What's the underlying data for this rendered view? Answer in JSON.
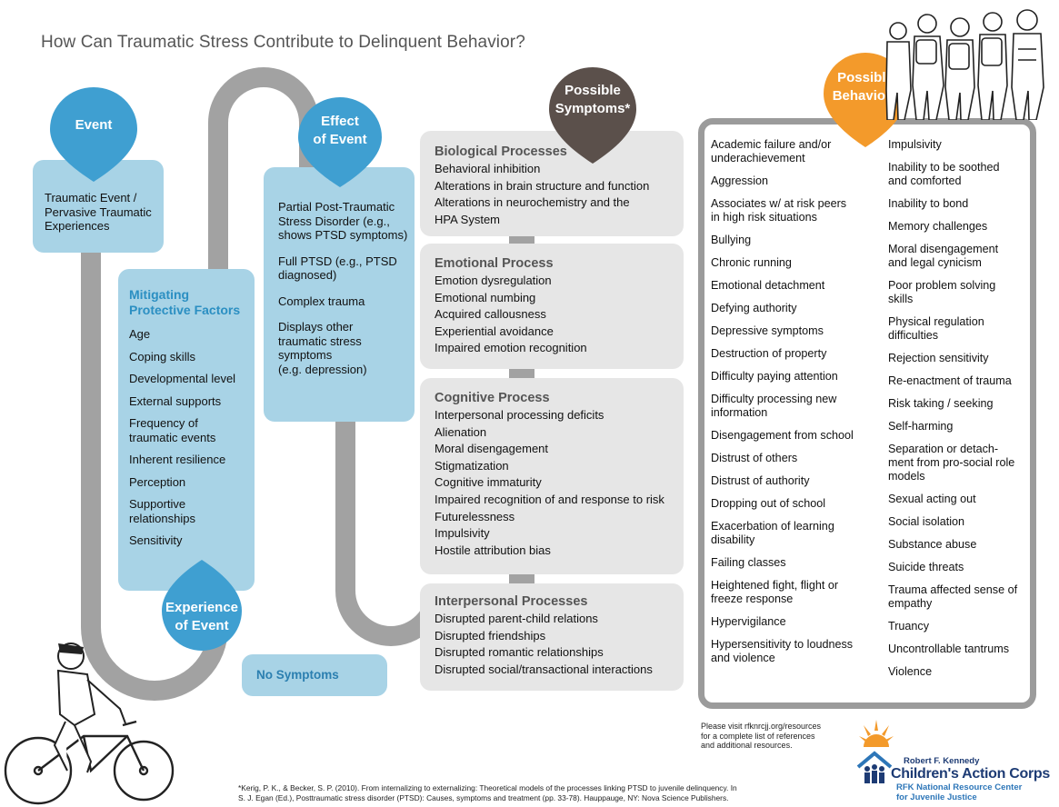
{
  "title": "How Can Traumatic Stress Contribute to Delinquent Behavior?",
  "colors": {
    "blue_drop": "#3f9fd1",
    "light_blue_box": "#a8d3e6",
    "gray_path": "#a2a2a2",
    "gray_box": "#e6e6e6",
    "brown_drop": "#5b504b",
    "orange_drop": "#f39a2b",
    "mitigating_heading": "#2b8fc2"
  },
  "drops": {
    "event": "Event",
    "effect": [
      "Effect",
      "of Event"
    ],
    "experience": [
      "Experience",
      "of Event"
    ],
    "symptoms": [
      "Possible",
      "Symptoms*"
    ],
    "behaviors": [
      "Possible",
      "Behaviors"
    ]
  },
  "event_box": {
    "lines": [
      "Traumatic Event /",
      "Pervasive Traumatic",
      "Experiences"
    ]
  },
  "mitigating": {
    "heading": [
      "Mitigating",
      "Protective Factors"
    ],
    "items": [
      [
        "Age"
      ],
      [
        "Coping skills"
      ],
      [
        "Developmental level"
      ],
      [
        "External supports"
      ],
      [
        "Frequency of",
        "traumatic events"
      ],
      [
        "Inherent resilience"
      ],
      [
        "Perception"
      ],
      [
        "Supportive",
        "relationships"
      ],
      [
        "Sensitivity"
      ]
    ]
  },
  "effect_box": {
    "items": [
      [
        "Partial Post-Traumatic",
        "Stress Disorder (e.g.,",
        "shows PTSD symptoms)"
      ],
      [
        "Full PTSD (e.g., PTSD",
        "diagnosed)"
      ],
      [
        "Complex trauma"
      ],
      [
        "Displays other",
        "traumatic stress",
        "symptoms",
        "(e.g. depression)"
      ]
    ]
  },
  "no_symptoms": "No Symptoms",
  "processes": [
    {
      "heading": "Biological Processes",
      "items": [
        "Behavioral inhibition",
        "Alterations in brain structure and function",
        "Alterations in neurochemistry and the",
        "HPA System"
      ]
    },
    {
      "heading": "Emotional Process",
      "items": [
        "Emotion dysregulation",
        "Emotional numbing",
        "Acquired callousness",
        "Experiential avoidance",
        "Impaired emotion recognition"
      ]
    },
    {
      "heading": "Cognitive Process",
      "items": [
        "Interpersonal processing deficits",
        "Alienation",
        "Moral disengagement",
        "Stigmatization",
        "Cognitive immaturity",
        "Impaired recognition of and response to risk",
        "Futurelessness",
        "Impulsivity",
        "Hostile attribution bias"
      ]
    },
    {
      "heading": "Interpersonal Processes",
      "items": [
        "Disrupted parent-child relations",
        "Disrupted friendships",
        "Disrupted romantic relationships",
        "Disrupted social/transactional interactions"
      ]
    }
  ],
  "behaviors": {
    "col1": [
      [
        "Academic failure and/or",
        "underachievement"
      ],
      [
        "Aggression"
      ],
      [
        "Associates w/ at risk peers",
        "in high risk situations"
      ],
      [
        "Bullying"
      ],
      [
        "Chronic running"
      ],
      [
        "Emotional detachment"
      ],
      [
        "Defying authority"
      ],
      [
        "Depressive symptoms"
      ],
      [
        "Destruction of property"
      ],
      [
        "Difficulty paying attention"
      ],
      [
        "Difficulty processing new",
        "information"
      ],
      [
        "Disengagement from school"
      ],
      [
        "Distrust of others"
      ],
      [
        "Distrust of authority"
      ],
      [
        "Dropping out of school"
      ],
      [
        "Exacerbation of learning",
        "disability"
      ],
      [
        "Failing classes"
      ],
      [
        "Heightened fight, flight or",
        "freeze response"
      ],
      [
        "Hypervigilance"
      ],
      [
        "Hypersensitivity to loudness",
        "and violence"
      ]
    ],
    "col2": [
      [
        "Impulsivity"
      ],
      [
        "Inability to be soothed",
        "and comforted"
      ],
      [
        "Inability to bond"
      ],
      [
        "Memory challenges"
      ],
      [
        "Moral disengagement",
        "and legal cynicism"
      ],
      [
        "Poor problem solving",
        "skills"
      ],
      [
        "Physical regulation",
        "difficulties"
      ],
      [
        "Rejection sensitivity"
      ],
      [
        "Re-enactment of trauma"
      ],
      [
        "Risk taking / seeking"
      ],
      [
        "Self-harming"
      ],
      [
        "Separation or detach-",
        "ment from pro-social role",
        "models"
      ],
      [
        "Sexual acting out"
      ],
      [
        "Social isolation"
      ],
      [
        "Substance abuse"
      ],
      [
        "Suicide threats"
      ],
      [
        "Trauma affected sense of",
        "empathy"
      ],
      [
        "Truancy"
      ],
      [
        "Uncontrollable tantrums"
      ],
      [
        "Violence"
      ]
    ]
  },
  "visit_note": [
    "Please visit rfknrcjj.org/resources",
    "for a complete list of references",
    "and additional resources."
  ],
  "citation": [
    "*Kerig, P. K., & Becker, S. P. (2010). From internalizing to externalizing: Theoretical models of the processes linking PTSD to juvenile delinquency. In",
    "S. J. Egan (Ed.), Posttraumatic stress disorder (PTSD): Causes, symptoms and treatment (pp. 33-78). Hauppauge, NY: Nova Science Publishers."
  ],
  "org": {
    "line1": "Robert F. Kennedy",
    "line2": "Children's Action Corps",
    "line3": [
      "RFK National Resource Center",
      "for Juvenile Justice"
    ]
  }
}
